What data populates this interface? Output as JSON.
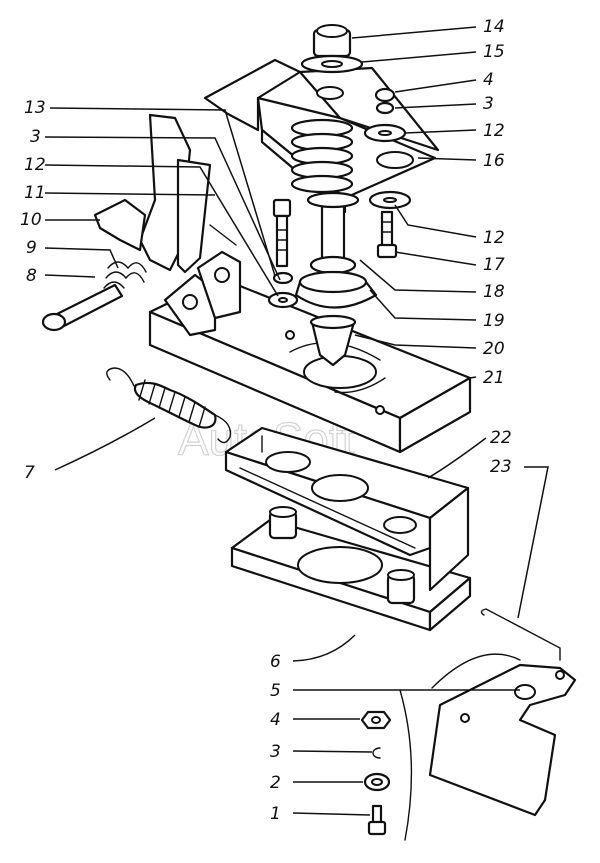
{
  "watermark": "AutoSoft",
  "callouts": [
    {
      "id": "c14",
      "text": "14"
    },
    {
      "id": "c15",
      "text": "15"
    },
    {
      "id": "c4a",
      "text": "4"
    },
    {
      "id": "c3a",
      "text": "3"
    },
    {
      "id": "c12a",
      "text": "12"
    },
    {
      "id": "c16",
      "text": "16"
    },
    {
      "id": "c13",
      "text": "13"
    },
    {
      "id": "c3b",
      "text": "3"
    },
    {
      "id": "c12b",
      "text": "12"
    },
    {
      "id": "c11",
      "text": "11"
    },
    {
      "id": "c10",
      "text": "10"
    },
    {
      "id": "c9",
      "text": "9"
    },
    {
      "id": "c8",
      "text": "8"
    },
    {
      "id": "c12c",
      "text": "12"
    },
    {
      "id": "c17",
      "text": "17"
    },
    {
      "id": "c18",
      "text": "18"
    },
    {
      "id": "c19",
      "text": "19"
    },
    {
      "id": "c20",
      "text": "20"
    },
    {
      "id": "c21",
      "text": "21"
    },
    {
      "id": "c7",
      "text": "7"
    },
    {
      "id": "c22",
      "text": "22"
    },
    {
      "id": "c23",
      "text": "23"
    },
    {
      "id": "c6",
      "text": "6"
    },
    {
      "id": "c5",
      "text": "5"
    },
    {
      "id": "c4b",
      "text": "4"
    },
    {
      "id": "c3c",
      "text": "3"
    },
    {
      "id": "c2",
      "text": "2"
    },
    {
      "id": "c1",
      "text": "1"
    }
  ]
}
